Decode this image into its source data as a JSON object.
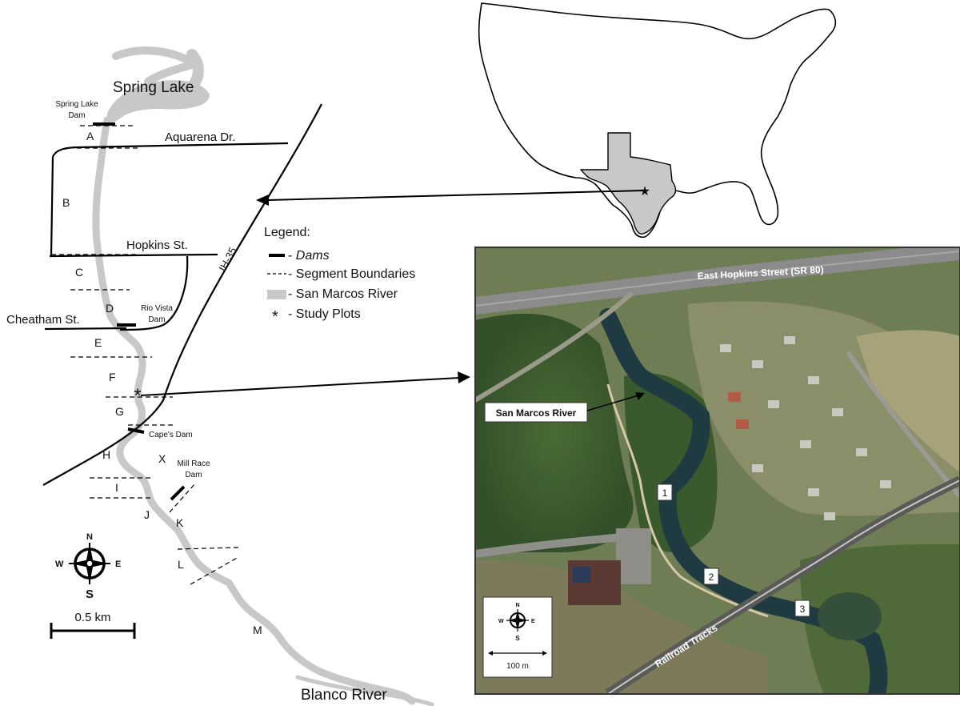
{
  "map": {
    "water_labels": {
      "spring_lake": "Spring Lake",
      "blanco_river": "Blanco River"
    },
    "dams": {
      "spring_lake_dam_l1": "Spring Lake",
      "spring_lake_dam_l2": "Dam",
      "rio_vista_dam_l1": "Rio Vista",
      "rio_vista_dam_l2": "Dam",
      "capes_dam": "Cape's Dam",
      "mill_race_dam_l1": "Mill Race",
      "mill_race_dam_l2": "Dam"
    },
    "roads": {
      "aquarena": "Aquarena Dr.",
      "hopkins": "Hopkins St.",
      "cheatham": "Cheatham St.",
      "ih35": "IH-35"
    },
    "segments": [
      "A",
      "B",
      "C",
      "D",
      "E",
      "F",
      "G",
      "H",
      "X",
      "I",
      "J",
      "K",
      "L",
      "M"
    ],
    "compass": {
      "n": "N",
      "s": "S",
      "e": "E",
      "w": "W"
    },
    "scale_label": "0.5 km"
  },
  "legend": {
    "title": "Legend:",
    "items": [
      {
        "label": "Dams",
        "symbol": "dam-line"
      },
      {
        "label": "Segment Boundaries",
        "symbol": "dashed-line"
      },
      {
        "label": "San Marcos River",
        "symbol": "gray-swatch"
      },
      {
        "label": "Study Plots",
        "symbol": "asterisk"
      }
    ],
    "separator": "- "
  },
  "us_map": {
    "marker": "★"
  },
  "aerial": {
    "street_label": "East Hopkins Street (SR 80)",
    "river_label": "San Marcos River",
    "rail_label": "Railroad Tracks",
    "plots": [
      "1",
      "2",
      "3"
    ],
    "compass": {
      "n": "N",
      "s": "S",
      "e": "E",
      "w": "W"
    },
    "scale_label": "100 m"
  },
  "colors": {
    "river_gray": "#c8c8c8",
    "canopy_green": "#3b5a2c",
    "water_dark": "#1f3a40",
    "road_gray": "#8b8b8b"
  }
}
